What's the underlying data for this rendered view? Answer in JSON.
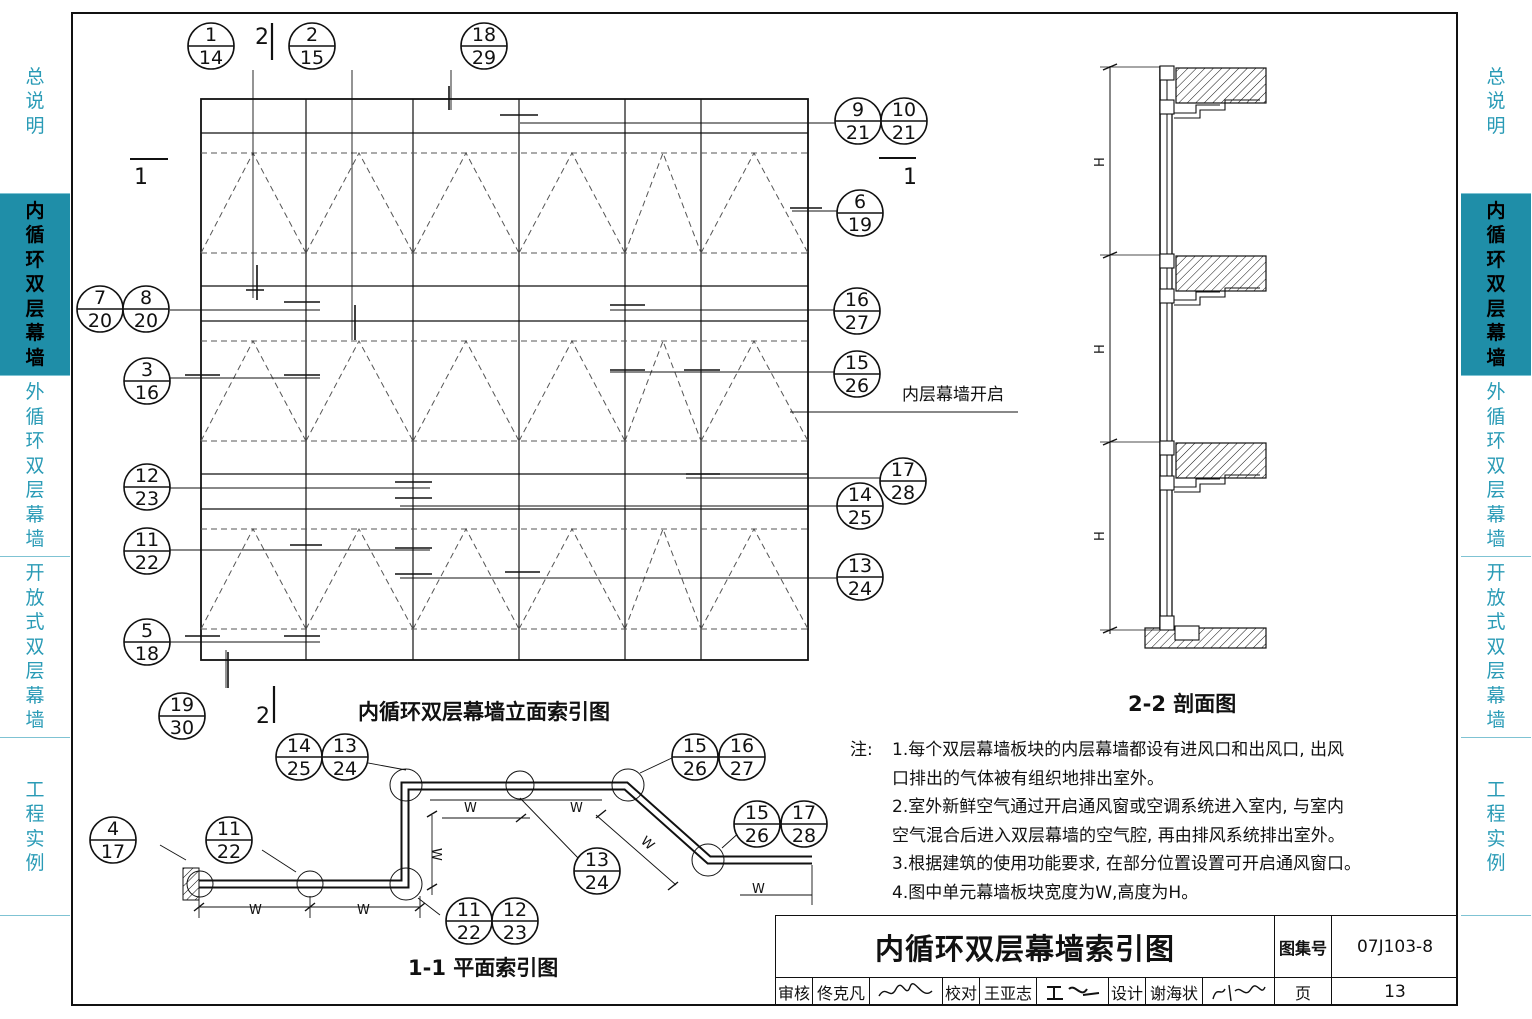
{
  "sidebar": {
    "tabs": [
      {
        "label": "总说明",
        "active": false
      },
      {
        "label": "内循环双层幕墙",
        "active": true
      },
      {
        "label": "外循环双层幕墙",
        "active": false
      },
      {
        "label": "开放式双层幕墙",
        "active": false
      },
      {
        "label": "工程实例",
        "active": false
      }
    ]
  },
  "colors": {
    "accent": "#1f8ea8",
    "accent_text": "#2a9bb6",
    "line": "#111111"
  },
  "elevation": {
    "title": "内循环双层幕墙立面索引图",
    "section_marks": {
      "one": "1",
      "two": "2"
    },
    "annotation": "内层幕墙开启",
    "callouts": [
      {
        "top": "1",
        "bottom": "14"
      },
      {
        "top": "2",
        "bottom": "15"
      },
      {
        "top": "18",
        "bottom": "29"
      },
      {
        "top": "9",
        "bottom": "21"
      },
      {
        "top": "10",
        "bottom": "21"
      },
      {
        "top": "6",
        "bottom": "19"
      },
      {
        "top": "7",
        "bottom": "20"
      },
      {
        "top": "8",
        "bottom": "20"
      },
      {
        "top": "16",
        "bottom": "27"
      },
      {
        "top": "3",
        "bottom": "16"
      },
      {
        "top": "15",
        "bottom": "26"
      },
      {
        "top": "12",
        "bottom": "23"
      },
      {
        "top": "17",
        "bottom": "28"
      },
      {
        "top": "14",
        "bottom": "25"
      },
      {
        "top": "11",
        "bottom": "22"
      },
      {
        "top": "13",
        "bottom": "24"
      },
      {
        "top": "5",
        "bottom": "18"
      },
      {
        "top": "19",
        "bottom": "30"
      }
    ]
  },
  "section": {
    "title": "2-2  剖面图",
    "dim_label": "H"
  },
  "plan": {
    "title": "1-1  平面索引图",
    "dim_label": "W",
    "callouts": [
      {
        "top": "14",
        "bottom": "25"
      },
      {
        "top": "13",
        "bottom": "24"
      },
      {
        "top": "15",
        "bottom": "26"
      },
      {
        "top": "16",
        "bottom": "27"
      },
      {
        "top": "15",
        "bottom": "26"
      },
      {
        "top": "17",
        "bottom": "28"
      },
      {
        "top": "4",
        "bottom": "17"
      },
      {
        "top": "11",
        "bottom": "22"
      },
      {
        "top": "13",
        "bottom": "24"
      },
      {
        "top": "11",
        "bottom": "22"
      },
      {
        "top": "12",
        "bottom": "23"
      }
    ]
  },
  "notes": {
    "label": "注:",
    "lines": [
      "1.每个双层幕墙板块的内层幕墙都设有进风口和出风口, 出风",
      "口排出的气体被有组织地排出室外。",
      "2.室外新鲜空气通过开启通风窗或空调系统进入室内, 与室内",
      "空气混合后进入双层幕墙的空气腔, 再由排风系统排出室外。",
      "3.根据建筑的使用功能要求, 在部分位置设置可开启通风窗口。",
      "4.图中单元幕墙板块宽度为W,高度为H。"
    ]
  },
  "titleblock": {
    "drawing_title": "内循环双层幕墙索引图",
    "atlas_label": "图集号",
    "atlas_no": "07J103-8",
    "page_label": "页",
    "page_no": "13",
    "review_label": "审核",
    "reviewer": "佟克凡",
    "check_label": "校对",
    "checker": "王亚志",
    "design_label": "设计",
    "designer": "谢海状"
  }
}
